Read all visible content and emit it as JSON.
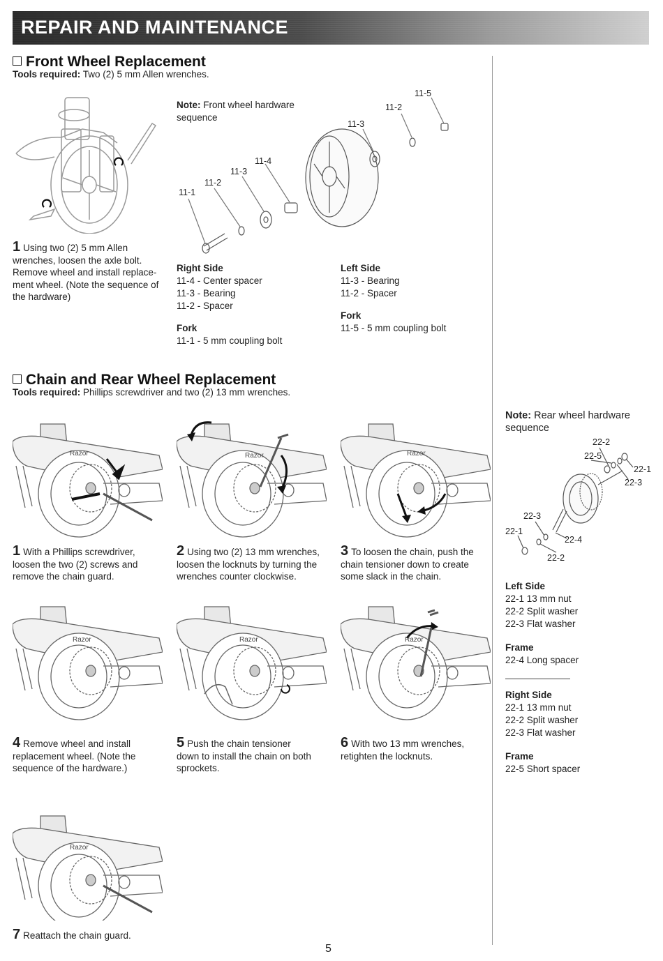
{
  "header": {
    "title": "REPAIR AND MAINTENANCE"
  },
  "front": {
    "title": "Front Wheel Replacement",
    "tools_label": "Tools required:",
    "tools_text": "Two (2) 5 mm Allen wrenches.",
    "note_label": "Note:",
    "note_line1": "Front wheel hardware",
    "note_line2": "sequence",
    "callouts": [
      "11-5",
      "11-2",
      "11-3",
      "11-4",
      "11-3",
      "11-2",
      "11-1"
    ],
    "step1": {
      "num": "1",
      "lines": [
        "Using two (2) 5 mm Allen",
        "wrenches, loosen the axle bolt.",
        "Remove wheel and install replace-",
        "ment wheel. (Note the sequence of",
        "the hardware)"
      ]
    },
    "right_side": {
      "heading": "Right Side",
      "items": [
        "11-4 - Center spacer",
        "11-3 - Bearing",
        "11-2 - Spacer"
      ]
    },
    "fork_right": {
      "heading": "Fork",
      "items": [
        "11-1 - 5 mm coupling bolt"
      ]
    },
    "left_side": {
      "heading": "Left Side",
      "items": [
        "11-3 - Bearing",
        "11-2 - Spacer"
      ]
    },
    "fork_left": {
      "heading": "Fork",
      "items": [
        "11-5 - 5 mm coupling bolt"
      ]
    }
  },
  "rear": {
    "title": "Chain and Rear Wheel Replacement",
    "tools_label": "Tools required:",
    "tools_text": "Phillips screwdriver and two (2) 13 mm wrenches.",
    "steps": [
      {
        "num": "1",
        "lines": [
          "With a Phillips screwdriver,",
          "loosen the two (2) screws and",
          "remove the chain guard."
        ]
      },
      {
        "num": "2",
        "lines": [
          "Using two (2) 13 mm wrenches,",
          "loosen the locknuts by turning the",
          "wrenches counter clockwise."
        ]
      },
      {
        "num": "3",
        "lines": [
          "To loosen the chain, push the",
          "chain tensioner down to create",
          "some slack in the chain."
        ]
      },
      {
        "num": "4",
        "lines": [
          "Remove wheel and install",
          "replacement wheel. (Note the",
          "sequence of the hardware.)"
        ]
      },
      {
        "num": "5",
        "lines": [
          "Push the chain tensioner",
          "down to install the chain on both",
          "sprockets."
        ]
      },
      {
        "num": "6",
        "lines": [
          "With two 13 mm wrenches,",
          "retighten the locknuts."
        ]
      },
      {
        "num": "7",
        "lines": [
          "Reattach the chain guard."
        ]
      }
    ],
    "brand_label": "Razor",
    "note_label": "Note:",
    "note_line1": "Rear wheel hardware",
    "note_line2": "sequence",
    "callouts": [
      "22-2",
      "22-5",
      "22-1",
      "22-3",
      "22-3",
      "22-1",
      "22-4",
      "22-2"
    ],
    "left_side": {
      "heading": "Left Side",
      "items": [
        "22-1 13 mm nut",
        "22-2  Split washer",
        "22-3  Flat washer"
      ]
    },
    "frame1": {
      "heading": "Frame",
      "items": [
        "22-4 Long spacer"
      ]
    },
    "right_side": {
      "heading": "Right Side",
      "items": [
        "22-1 13 mm nut",
        "22-2  Split washer",
        "22-3  Flat washer"
      ]
    },
    "frame2": {
      "heading": "Frame",
      "items": [
        "22-5 Short spacer"
      ]
    }
  },
  "page_number": "5"
}
